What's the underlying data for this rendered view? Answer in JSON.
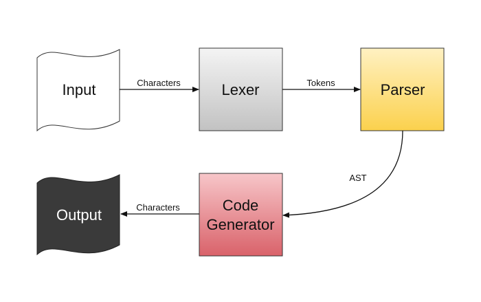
{
  "nodes": {
    "input": {
      "label": "Input",
      "fill": "#ffffff",
      "stroke": "#333333",
      "shape": "tape-document"
    },
    "lexer": {
      "label": "Lexer",
      "fill_top": "#f4f4f4",
      "fill_bottom": "#c2c2c2",
      "stroke": "#333333"
    },
    "parser": {
      "label": "Parser",
      "fill_top": "#fff1c2",
      "fill_bottom": "#fbd14d",
      "stroke": "#333333"
    },
    "code_generator": {
      "label_line1": "Code",
      "label_line2": "Generator",
      "fill_top": "#f7c6c9",
      "fill_bottom": "#d9626a",
      "stroke": "#333333"
    },
    "output": {
      "label": "Output",
      "fill": "#3a3a3a",
      "stroke": "#222222",
      "shape": "tape-document"
    }
  },
  "edges": [
    {
      "from": "input",
      "to": "lexer",
      "label": "Characters"
    },
    {
      "from": "lexer",
      "to": "parser",
      "label": "Tokens"
    },
    {
      "from": "parser",
      "to": "code_generator",
      "label": "AST"
    },
    {
      "from": "code_generator",
      "to": "output",
      "label": "Characters"
    }
  ]
}
